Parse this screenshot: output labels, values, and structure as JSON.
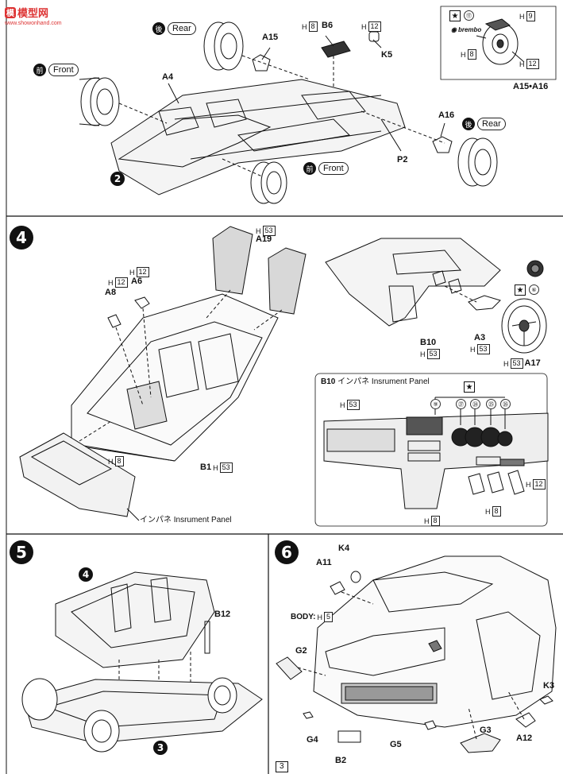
{
  "watermark": {
    "text": "模型网",
    "url": "www.showonhand.com"
  },
  "page_number": "3",
  "step3": {
    "labels": {
      "rear_top": "Rear",
      "rear_top_kanji": "後",
      "front_left": "Front",
      "front_left_kanji": "前",
      "front_bottom": "Front",
      "front_bottom_kanji": "前",
      "rear_right": "Rear",
      "rear_right_kanji": "後",
      "a15": "A15",
      "b6": "B6",
      "k5": "K5",
      "a4": "A4",
      "a16": "A16",
      "p2": "P2",
      "h8_b6": "H",
      "h8_b6_n": "8",
      "h12_b6": "H",
      "h12_b6_n": "12"
    },
    "substep": "2",
    "inset": {
      "caption": "A15•A16",
      "brembo": "brembo",
      "n17": "⑰",
      "h9": "H",
      "h9_n": "9",
      "h8": "H",
      "h8_n": "8",
      "h12": "H",
      "h12_n": "12"
    }
  },
  "step4": {
    "number": "4",
    "labels": {
      "a19": "A19",
      "h53_a19": "H",
      "h53_a19_n": "53",
      "a6": "A6",
      "h12_a6": "H",
      "h12_a6_n": "12",
      "a8": "A8",
      "h12_a8": "H",
      "h12_a8_n": "12",
      "b1": "B1",
      "h53_b1": "H",
      "h53_b1_n": "53",
      "h8": "H",
      "h8_n": "8",
      "panel_jp": "インパネ",
      "panel_en": "Insrument Panel",
      "b10": "B10",
      "h53_b10": "H",
      "h53_b10_n": "53",
      "a3": "A3",
      "h53_a3": "H",
      "h53_a3_n": "53",
      "a17": "A17",
      "h53_a17": "H",
      "h53_a17_n": "53",
      "n6": "⑥"
    },
    "panel_box": {
      "title_code": "B10",
      "title_jp": "インパネ",
      "title_en": "Insrument Panel",
      "h53": "H",
      "h53_n": "53",
      "n9": "⑨",
      "n27": "㉗",
      "n24": "㉔",
      "n25": "㉕",
      "n26": "㉖",
      "h12": "H",
      "h12_n": "12",
      "h8_a": "H",
      "h8_a_n": "8",
      "h8_b": "H",
      "h8_b_n": "8"
    }
  },
  "step5": {
    "number": "5",
    "labels": {
      "b12": "B12",
      "ref4": "4",
      "ref3": "3"
    }
  },
  "step6": {
    "number": "6",
    "labels": {
      "k4": "K4",
      "a11": "A11",
      "body": "BODY:",
      "body_h": "H",
      "body_h_n": "5",
      "g2": "G2",
      "g4": "G4",
      "b2": "B2",
      "g5": "G5",
      "g3": "G3",
      "a12": "A12",
      "k3": "K3"
    }
  },
  "colors": {
    "ink": "#111111",
    "watermark": "#dd3333",
    "tint": "#555555"
  }
}
